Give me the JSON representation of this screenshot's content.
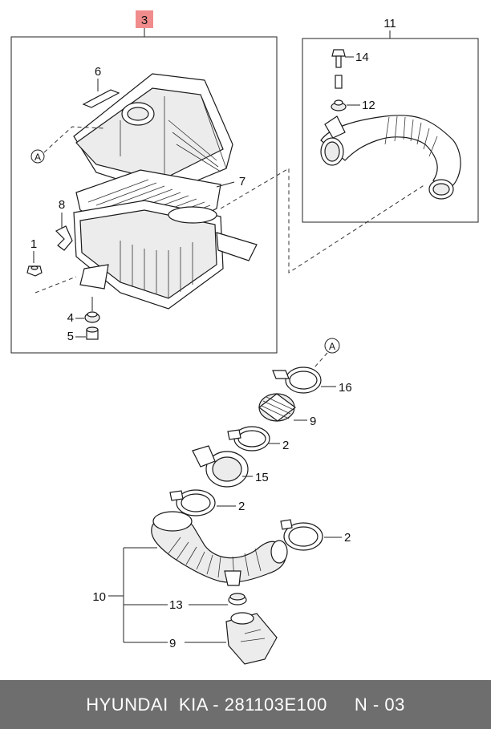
{
  "diagram": {
    "highlight_label": "3",
    "callout_letter": "A",
    "labels": {
      "p1": "1",
      "p2a": "2",
      "p2b": "2",
      "p2c": "2",
      "p4": "4",
      "p5": "5",
      "p6": "6",
      "p7": "7",
      "p8": "8",
      "p9a": "9",
      "p9b": "9",
      "p10": "10",
      "p11": "11",
      "p12": "12",
      "p13": "13",
      "p14": "14",
      "p15": "15",
      "p16": "16"
    },
    "colors": {
      "highlight": "#f08c8c",
      "footer_bg": "#6e6e6e"
    }
  },
  "footer": {
    "brand": "HYUNDAI  KIA - 281103E100",
    "page": "N - 03"
  }
}
